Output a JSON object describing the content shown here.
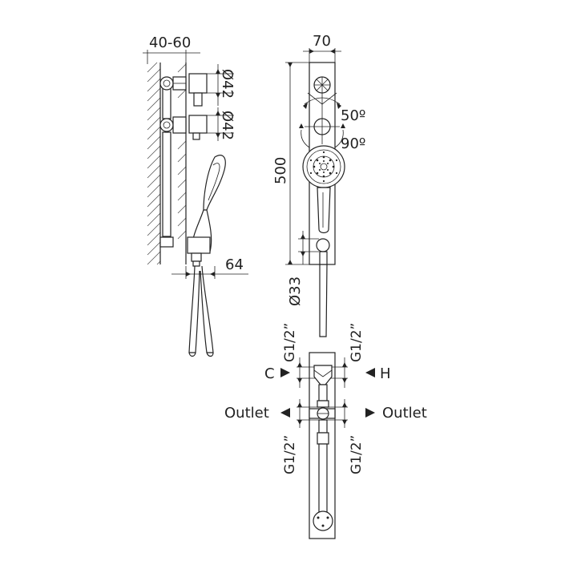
{
  "dimensions": {
    "wall_depth": "40-60",
    "width_top": "70",
    "diam_top": "Ø42",
    "diam_mid": "Ø42",
    "height": "500",
    "rotation_1": "50º",
    "rotation_2": "90º",
    "projection": "64",
    "diam_holder": "Ø33",
    "thread_top_left": "G1/2”",
    "thread_top_right": "G1/2”",
    "thread_bottom_left": "G1/2”",
    "thread_bottom_right": "G1/2”"
  },
  "labels": {
    "cold": "C",
    "hot": "H",
    "outlet_left": "Outlet",
    "outlet_right": "Outlet"
  }
}
